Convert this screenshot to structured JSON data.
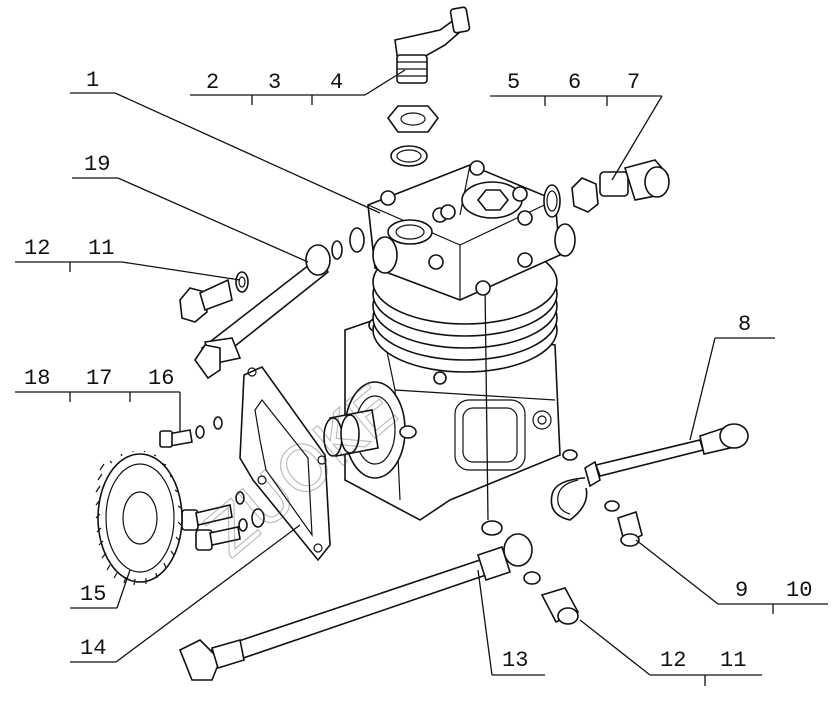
{
  "callouts": [
    {
      "id": "c1",
      "text": "1"
    },
    {
      "id": "c2",
      "text": "2"
    },
    {
      "id": "c3",
      "text": "3"
    },
    {
      "id": "c4",
      "text": "4"
    },
    {
      "id": "c5",
      "text": "5"
    },
    {
      "id": "c6",
      "text": "6"
    },
    {
      "id": "c7",
      "text": "7"
    },
    {
      "id": "c8",
      "text": "8"
    },
    {
      "id": "c9",
      "text": "9"
    },
    {
      "id": "c10",
      "text": "10"
    },
    {
      "id": "c11a",
      "text": "11"
    },
    {
      "id": "c12a",
      "text": "12"
    },
    {
      "id": "c11b",
      "text": "11"
    },
    {
      "id": "c12b",
      "text": "12"
    },
    {
      "id": "c13",
      "text": "13"
    },
    {
      "id": "c14",
      "text": "14"
    },
    {
      "id": "c15",
      "text": "15"
    },
    {
      "id": "c16",
      "text": "16"
    },
    {
      "id": "c17",
      "text": "17"
    },
    {
      "id": "c18",
      "text": "18"
    },
    {
      "id": "c19",
      "text": "19"
    }
  ],
  "watermark": "ZUOKE"
}
